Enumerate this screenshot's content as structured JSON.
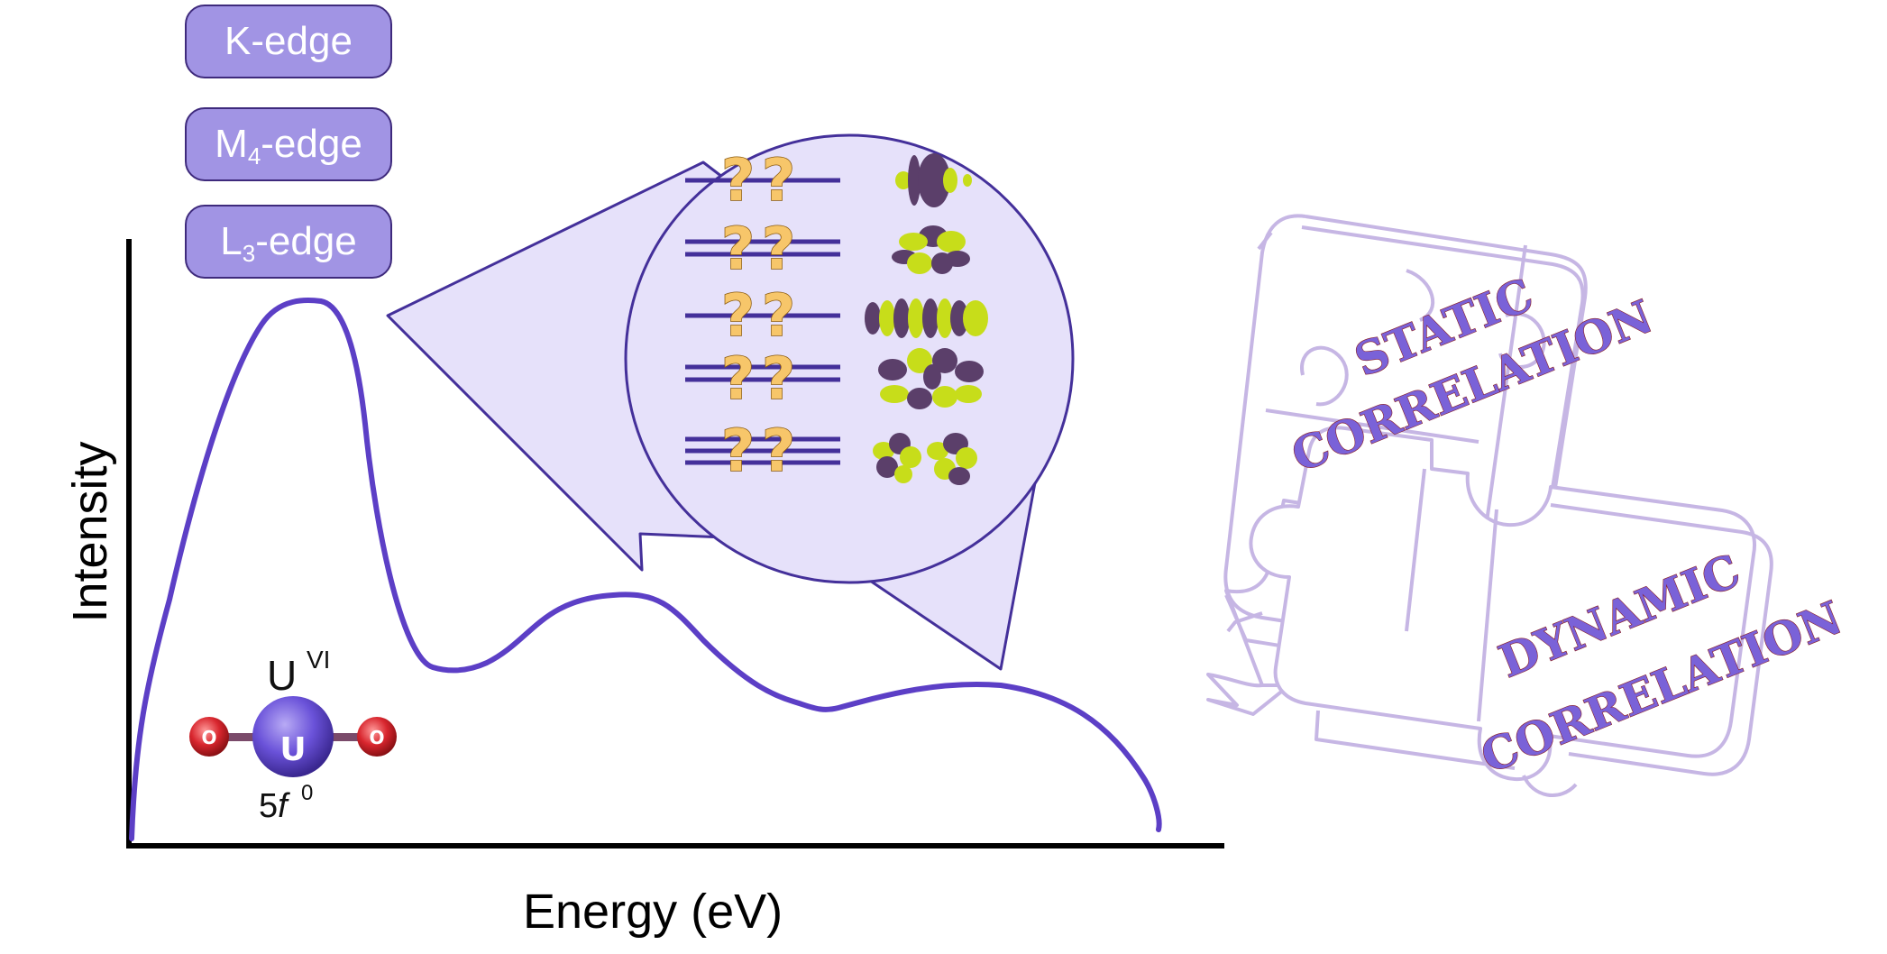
{
  "edges": [
    {
      "base": "K-edge",
      "sub": "",
      "suffix": ""
    },
    {
      "base": "M",
      "sub": "4",
      "suffix": "-edge"
    },
    {
      "base": "L",
      "sub": "3",
      "suffix": "-edge"
    }
  ],
  "axes": {
    "x_label": "Energy (eV)",
    "y_label": "Intensity"
  },
  "molecule": {
    "center_atom": "U",
    "oxidation_state": "VI",
    "ligand_atom": "O",
    "config_base": "5",
    "config_orbital": "f",
    "config_exp": "0"
  },
  "callout": {
    "question_mark": "?"
  },
  "puzzle": {
    "static_line1": "STATIC",
    "static_line2": "CORRELATION",
    "dynamic_line1": "DYNAMIC",
    "dynamic_line2": "CORRELATION"
  },
  "colors": {
    "curve": "#5c3fc6",
    "button_fill": "#a194e4",
    "bubble_fill": "#e6e1fa",
    "bubble_stroke": "#44309a",
    "puzzle_stroke": "#c6b6e4",
    "orbital_yellow": "#c7dd1a",
    "orbital_purple": "#5b3f6a",
    "question_yellow": "#f7c66a",
    "oxygen": "#d8262e",
    "uranium": "#6a52d9"
  }
}
